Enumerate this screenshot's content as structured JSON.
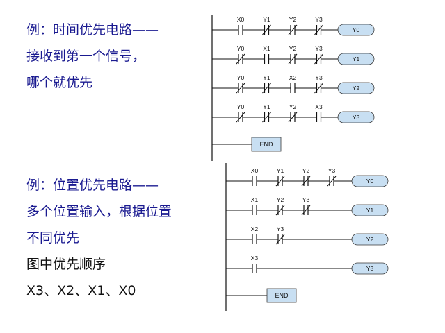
{
  "section1": {
    "lines": [
      "例：时间优先电路——",
      "接收到第一个信号，",
      "哪个就优先"
    ],
    "rungs": [
      {
        "contacts": [
          {
            "label": "X0",
            "type": "NO"
          },
          {
            "label": "Y1",
            "type": "NC"
          },
          {
            "label": "Y2",
            "type": "NC"
          },
          {
            "label": "Y3",
            "type": "NC"
          }
        ],
        "coil": "Y0"
      },
      {
        "contacts": [
          {
            "label": "Y0",
            "type": "NC"
          },
          {
            "label": "X1",
            "type": "NO"
          },
          {
            "label": "Y2",
            "type": "NC"
          },
          {
            "label": "Y3",
            "type": "NC"
          }
        ],
        "coil": "Y1"
      },
      {
        "contacts": [
          {
            "label": "Y0",
            "type": "NC"
          },
          {
            "label": "Y1",
            "type": "NC"
          },
          {
            "label": "X2",
            "type": "NO"
          },
          {
            "label": "Y3",
            "type": "NC"
          }
        ],
        "coil": "Y2"
      },
      {
        "contacts": [
          {
            "label": "Y0",
            "type": "NC"
          },
          {
            "label": "Y1",
            "type": "NC"
          },
          {
            "label": "Y2",
            "type": "NC"
          },
          {
            "label": "X3",
            "type": "NO"
          }
        ],
        "coil": "Y3"
      }
    ],
    "end_label": "END"
  },
  "section2": {
    "lines": [
      "例：位置优先电路——",
      "多个位置输入，根据位置",
      "不同优先",
      "图中优先顺序",
      "X3、X2、X1、X0"
    ],
    "rungs": [
      {
        "contacts": [
          {
            "label": "X0",
            "type": "NO"
          },
          {
            "label": "Y1",
            "type": "NC"
          },
          {
            "label": "Y2",
            "type": "NC"
          },
          {
            "label": "Y3",
            "type": "NC"
          }
        ],
        "coil": "Y0"
      },
      {
        "contacts": [
          {
            "label": "X1",
            "type": "NO"
          },
          {
            "label": "Y2",
            "type": "NC"
          },
          {
            "label": "Y3",
            "type": "NC"
          }
        ],
        "coil": "Y1"
      },
      {
        "contacts": [
          {
            "label": "X2",
            "type": "NO"
          },
          {
            "label": "Y3",
            "type": "NC"
          }
        ],
        "coil": "Y2"
      },
      {
        "contacts": [
          {
            "label": "X3",
            "type": "NO"
          }
        ],
        "coil": "Y3"
      }
    ],
    "end_label": "END"
  },
  "colors": {
    "title_text": "#1a1a90",
    "body_text": "#111111",
    "coil_fill": "#c8dff2",
    "coil_stroke": "#3a3a3a",
    "end_fill": "#c8dff2",
    "line": "#111111"
  }
}
